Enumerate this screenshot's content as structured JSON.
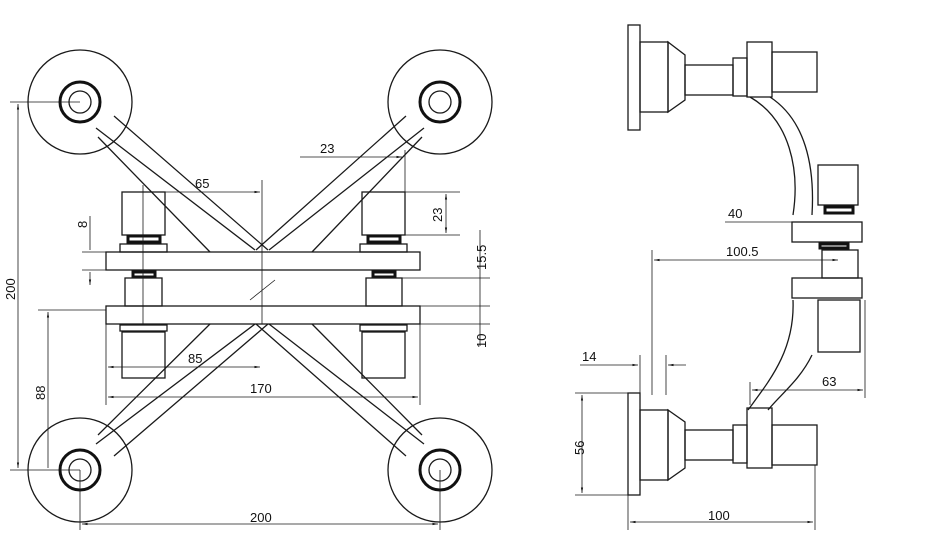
{
  "front_view": {
    "dimensions": {
      "d65": "65",
      "d23_horizontal": "23",
      "d23_vertical": "23",
      "d8": "8",
      "d15_5": "15.5",
      "d200_vertical": "200",
      "d10": "10",
      "d85": "85",
      "d170": "170",
      "d88": "88",
      "d200_horizontal": "200"
    }
  },
  "side_view": {
    "dimensions": {
      "d40": "40",
      "d100_5": "100.5",
      "d14": "14",
      "d63": "63",
      "d56": "56",
      "d100": "100"
    }
  }
}
